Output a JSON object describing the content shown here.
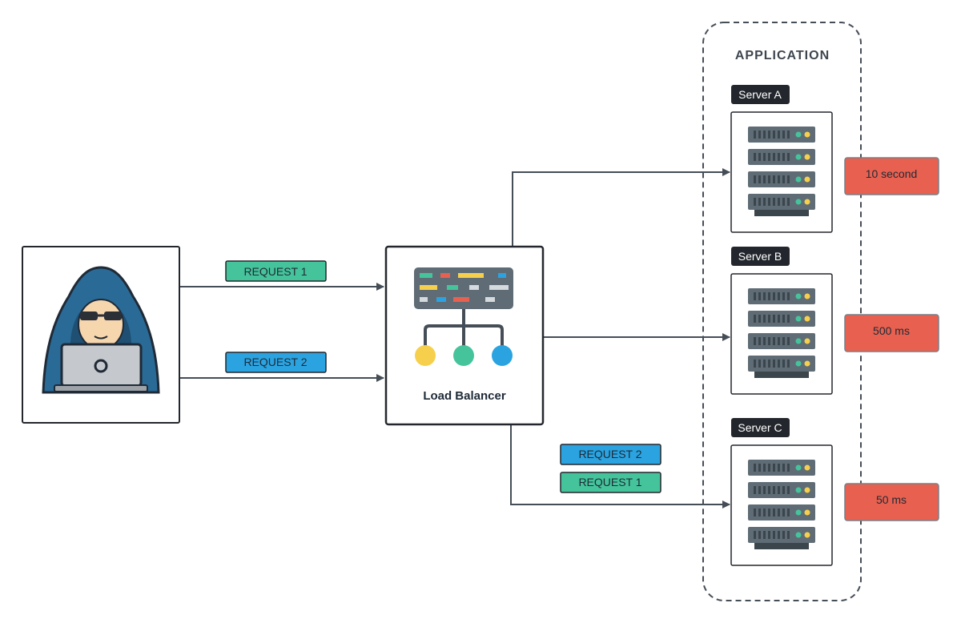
{
  "diagram": {
    "application_label": "APPLICATION",
    "load_balancer_label": "Load Balancer",
    "client_requests": [
      {
        "label": "REQUEST 1",
        "color": "#45c49b"
      },
      {
        "label": "REQUEST 2",
        "color": "#2aa3e0"
      }
    ],
    "routed_requests": [
      {
        "label": "REQUEST 2",
        "color": "#2aa3e0"
      },
      {
        "label": "REQUEST 1",
        "color": "#45c49b"
      }
    ],
    "servers": [
      {
        "name": "Server A",
        "latency": "10 second"
      },
      {
        "name": "Server B",
        "latency": "500 ms"
      },
      {
        "name": "Server C",
        "latency": "50 ms"
      }
    ],
    "colors": {
      "latency_box": "#e8604f",
      "server_tag": "#23272d",
      "line": "#454d56",
      "hood": "#2a6a96",
      "request_green": "#45c49b",
      "request_blue": "#2aa3e0"
    }
  }
}
